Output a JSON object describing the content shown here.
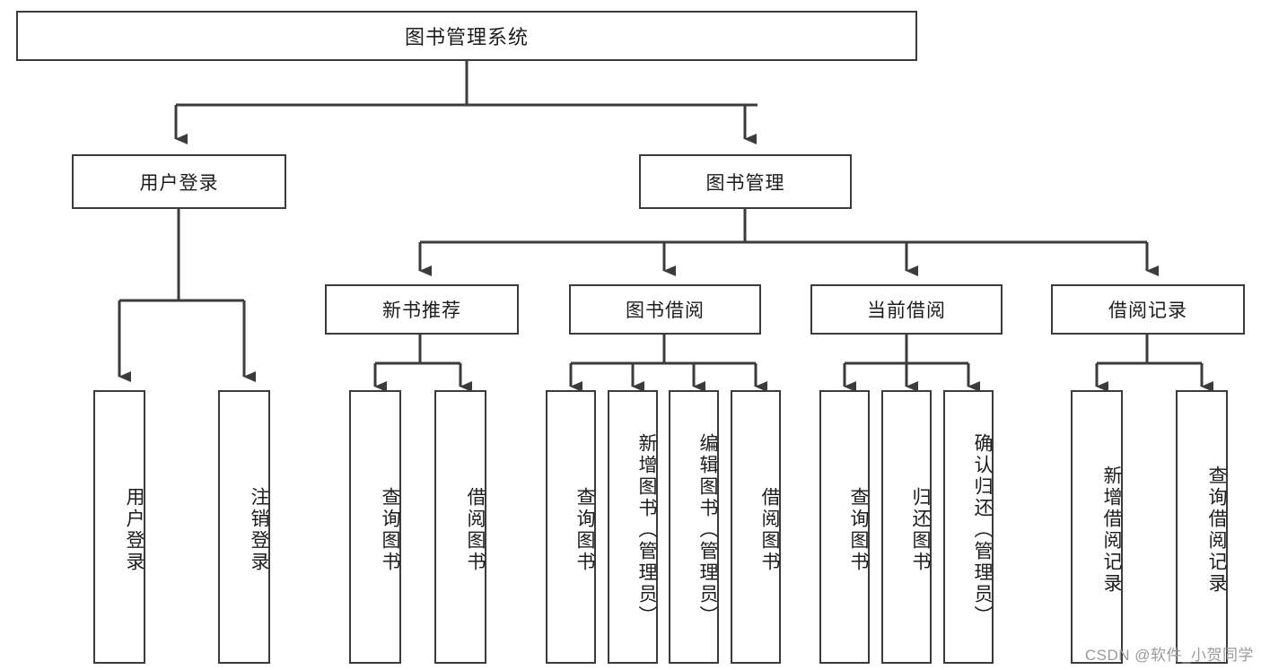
{
  "diagram": {
    "type": "tree",
    "title": "图书管理系统",
    "watermark": "CSDN @软件_小贺同学",
    "colors": {
      "box_border": "#3b3b3b",
      "box_fill": "#ffffff",
      "connector": "#3b3b3b",
      "text": "#1c1c1c",
      "watermark": "#9a9a9a",
      "background": "#ffffff"
    },
    "nodes": {
      "root": {
        "label": "图书管理系统"
      },
      "level2": [
        {
          "label": "用户登录"
        },
        {
          "label": "图书管理"
        }
      ],
      "level3": [
        {
          "label": "新书推荐"
        },
        {
          "label": "图书借阅"
        },
        {
          "label": "当前借阅"
        },
        {
          "label": "借阅记录"
        }
      ],
      "leaves_user_login": [
        {
          "label": "用户登录"
        },
        {
          "label": "注销登录"
        }
      ],
      "leaves_new_book": [
        {
          "label": "查询图书"
        },
        {
          "label": "借阅图书"
        }
      ],
      "leaves_borrow": [
        {
          "label": "查询图书"
        },
        {
          "label": "新增图书（管理员）"
        },
        {
          "label": "编辑图书（管理员）"
        },
        {
          "label": "借阅图书"
        }
      ],
      "leaves_current": [
        {
          "label": "查询图书"
        },
        {
          "label": "归还图书"
        },
        {
          "label": "确认归还（管理员）"
        }
      ],
      "leaves_records": [
        {
          "label": "新增借阅记录"
        },
        {
          "label": "查询借阅记录"
        }
      ]
    }
  }
}
